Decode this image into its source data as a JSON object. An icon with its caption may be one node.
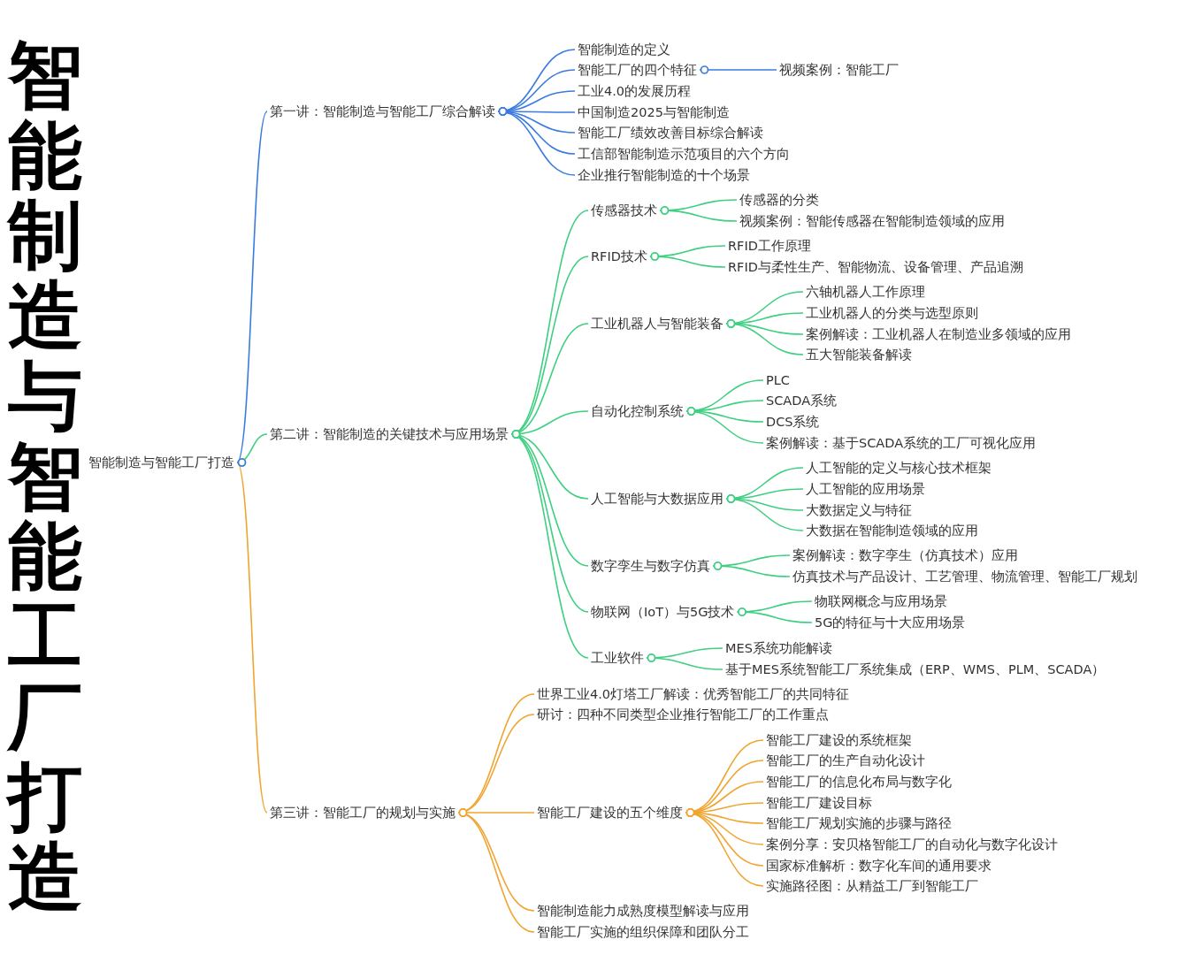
{
  "diagram": {
    "title": "智能制造与智能工厂打造",
    "nodes": [
      {
        "text": [
          "智能制造与智能工厂打造"
        ]
      },
      {
        "text": [
          "第一讲：智能制造与智能工厂综合解读"
        ]
      },
      {
        "text": [
          "智能制造的定义"
        ]
      },
      {
        "text": [
          "智能工厂的四个特征"
        ]
      },
      {
        "text": [
          "视频案例：智能工厂"
        ]
      },
      {
        "text": [
          "工业4.0的发展历程"
        ]
      },
      {
        "text": [
          "中国制造2025与智能制造"
        ]
      },
      {
        "text": [
          "智能工厂绩效改善目标综合解读"
        ]
      },
      {
        "text": [
          "工信部智能制造示范项目的六个方向"
        ]
      },
      {
        "text": [
          "企业推行智能制造的十个场景"
        ]
      },
      {
        "text": [
          "第二讲：智能制造的关键技术与应用场景"
        ]
      },
      {
        "text": [
          "传感器技术"
        ]
      },
      {
        "text": [
          "传感器的分类"
        ]
      },
      {
        "text": [
          "视频案例：智能传感器在智能制造领域的应用"
        ]
      },
      {
        "text": [
          "RFID技术"
        ]
      },
      {
        "text": [
          "RFID工作原理"
        ]
      },
      {
        "text": [
          "RFID与柔性生产、智能物流、设备管理、产品追溯"
        ]
      },
      {
        "text": [
          "工业机器人与智能装备"
        ]
      },
      {
        "text": [
          "六轴机器人工作原理"
        ]
      },
      {
        "text": [
          "工业机器人的分类与选型原则"
        ]
      },
      {
        "text": [
          "案例解读：工业机器人在制造业多领域的应用"
        ]
      },
      {
        "text": [
          "五大智能装备解读"
        ]
      },
      {
        "text": [
          "自动化控制系统"
        ]
      },
      {
        "text": [
          "PLC"
        ]
      },
      {
        "text": [
          "SCADA系统"
        ]
      },
      {
        "text": [
          "DCS系统"
        ]
      },
      {
        "text": [
          "案例解读：基于SCADA系统的工厂可视化应用"
        ]
      },
      {
        "text": [
          "人工智能与大数据应用"
        ]
      },
      {
        "text": [
          "人工智能的定义与核心技术框架"
        ]
      },
      {
        "text": [
          "人工智能的应用场景"
        ]
      },
      {
        "text": [
          "大数据定义与特征"
        ]
      },
      {
        "text": [
          "大数据在智能制造领域的应用"
        ]
      },
      {
        "text": [
          "数字孪生与数字仿真"
        ]
      },
      {
        "text": [
          "案例解读：数字孪生（仿真技术）应用"
        ]
      },
      {
        "text": [
          "仿真技术与产品设计、工艺管理、物流管理、智能工厂规划"
        ]
      },
      {
        "text": [
          "物联网（IoT）与5G技术"
        ]
      },
      {
        "text": [
          "物联网概念与应用场景"
        ]
      },
      {
        "text": [
          "5G的特征与十大应用场景"
        ]
      },
      {
        "text": [
          "工业软件"
        ]
      },
      {
        "text": [
          "MES系统功能解读"
        ]
      },
      {
        "text": [
          "基于MES系统智能工厂系统集成（ERP、WMS、PLM、SCADA）"
        ]
      },
      {
        "text": [
          "第三讲：智能工厂的规划与实施"
        ]
      },
      {
        "text": [
          "世界工业4.0灯塔工厂解读：优秀智能工厂的共同特征"
        ]
      },
      {
        "text": [
          "研讨：四种不同类型企业推行智能工厂的工作重点"
        ]
      },
      {
        "text": [
          "智能工厂建设的五个维度"
        ]
      },
      {
        "text": [
          "智能工厂建设的系统框架"
        ]
      },
      {
        "text": [
          "智能工厂的生产自动化设计"
        ]
      },
      {
        "text": [
          "智能工厂的信息化布局与数字化"
        ]
      },
      {
        "text": [
          "智能工厂建设目标"
        ]
      },
      {
        "text": [
          "智能工厂规划实施的步骤与路径"
        ]
      },
      {
        "text": [
          "案例分享：安贝格智能工厂的自动化与数字化设计"
        ]
      },
      {
        "text": [
          "国家标准解析：数字化车间的通用要求"
        ]
      },
      {
        "text": [
          "实施路径图：从精益工厂到智能工厂"
        ]
      },
      {
        "text": [
          "智能制造能力成熟度模型解读与应用"
        ]
      },
      {
        "text": [
          "智能工厂实施的组织保障和团队分工"
        ]
      }
    ],
    "edges": [
      {
        "from": 0,
        "to": 1,
        "arrow": "other",
        "color": "#3b7be0"
      },
      {
        "from": 1,
        "to": 2,
        "arrow": "other",
        "color": "#3b7be0"
      },
      {
        "from": 1,
        "to": 3,
        "arrow": "other",
        "color": "#3b7be0"
      },
      {
        "from": 3,
        "to": 4,
        "arrow": "other",
        "color": "#3b7be0"
      },
      {
        "from": 1,
        "to": 5,
        "arrow": "other",
        "color": "#3b7be0"
      },
      {
        "from": 1,
        "to": 6,
        "arrow": "other",
        "color": "#3b7be0"
      },
      {
        "from": 1,
        "to": 7,
        "arrow": "other",
        "color": "#3b7be0"
      },
      {
        "from": 1,
        "to": 8,
        "arrow": "other",
        "color": "#3b7be0"
      },
      {
        "from": 1,
        "to": 9,
        "arrow": "other",
        "color": "#3b7be0"
      },
      {
        "from": 0,
        "to": 10,
        "arrow": "other"
      },
      {
        "from": 10,
        "to": 11,
        "arrow": "other"
      },
      {
        "from": 11,
        "to": 12,
        "arrow": "other"
      },
      {
        "from": 11,
        "to": 13,
        "arrow": "other"
      },
      {
        "from": 10,
        "to": 14,
        "arrow": "other"
      },
      {
        "from": 14,
        "to": 15,
        "arrow": "other"
      },
      {
        "from": 14,
        "to": 16,
        "arrow": "other"
      },
      {
        "from": 10,
        "to": 17,
        "arrow": "other"
      },
      {
        "from": 17,
        "to": 18,
        "arrow": "other"
      },
      {
        "from": 17,
        "to": 19,
        "arrow": "other"
      },
      {
        "from": 17,
        "to": 20,
        "arrow": "other"
      },
      {
        "from": 17,
        "to": 21,
        "arrow": "other"
      },
      {
        "from": 10,
        "to": 22,
        "arrow": "other"
      },
      {
        "from": 22,
        "to": 23,
        "arrow": "other"
      },
      {
        "from": 22,
        "to": 24,
        "arrow": "other"
      },
      {
        "from": 22,
        "to": 25,
        "arrow": "other"
      },
      {
        "from": 22,
        "to": 26,
        "arrow": "other"
      },
      {
        "from": 10,
        "to": 27,
        "arrow": "other"
      },
      {
        "from": 27,
        "to": 28,
        "arrow": "other"
      },
      {
        "from": 27,
        "to": 29,
        "arrow": "other"
      },
      {
        "from": 27,
        "to": 30,
        "arrow": "other"
      },
      {
        "from": 27,
        "to": 31,
        "arrow": "other"
      },
      {
        "from": 10,
        "to": 32,
        "arrow": "other"
      },
      {
        "from": 32,
        "to": 33,
        "arrow": "other"
      },
      {
        "from": 32,
        "to": 34,
        "arrow": "other"
      },
      {
        "from": 10,
        "to": 35,
        "arrow": "other"
      },
      {
        "from": 35,
        "to": 36,
        "arrow": "other"
      },
      {
        "from": 35,
        "to": 37,
        "arrow": "other"
      },
      {
        "from": 10,
        "to": 38,
        "arrow": "other"
      },
      {
        "from": 38,
        "to": 39,
        "arrow": "other"
      },
      {
        "from": 38,
        "to": 40,
        "arrow": "other"
      },
      {
        "from": 0,
        "to": 41,
        "arrow": "other",
        "color": "#f0a530"
      },
      {
        "from": 41,
        "to": 42,
        "arrow": "other",
        "color": "#f0a530"
      },
      {
        "from": 41,
        "to": 43,
        "arrow": "other",
        "color": "#f0a530"
      },
      {
        "from": 41,
        "to": 44,
        "arrow": "other",
        "color": "#f0a530"
      },
      {
        "from": 44,
        "to": 45,
        "arrow": "other",
        "color": "#f0a530"
      },
      {
        "from": 44,
        "to": 46,
        "arrow": "other",
        "color": "#f0a530"
      },
      {
        "from": 44,
        "to": 47,
        "arrow": "other",
        "color": "#f0a530"
      },
      {
        "from": 44,
        "to": 48,
        "arrow": "other",
        "color": "#f0a530"
      },
      {
        "from": 44,
        "to": 49,
        "arrow": "other",
        "color": "#f0a530"
      },
      {
        "from": 44,
        "to": 50,
        "arrow": "other",
        "color": "#f0a530"
      },
      {
        "from": 44,
        "to": 51,
        "arrow": "other",
        "color": "#f0a530"
      },
      {
        "from": 44,
        "to": 52,
        "arrow": "other",
        "color": "#f0a530"
      },
      {
        "from": 41,
        "to": 53,
        "arrow": "other",
        "color": "#f0a530"
      },
      {
        "from": 41,
        "to": 54,
        "arrow": "other",
        "color": "#f0a530"
      }
    ]
  }
}
